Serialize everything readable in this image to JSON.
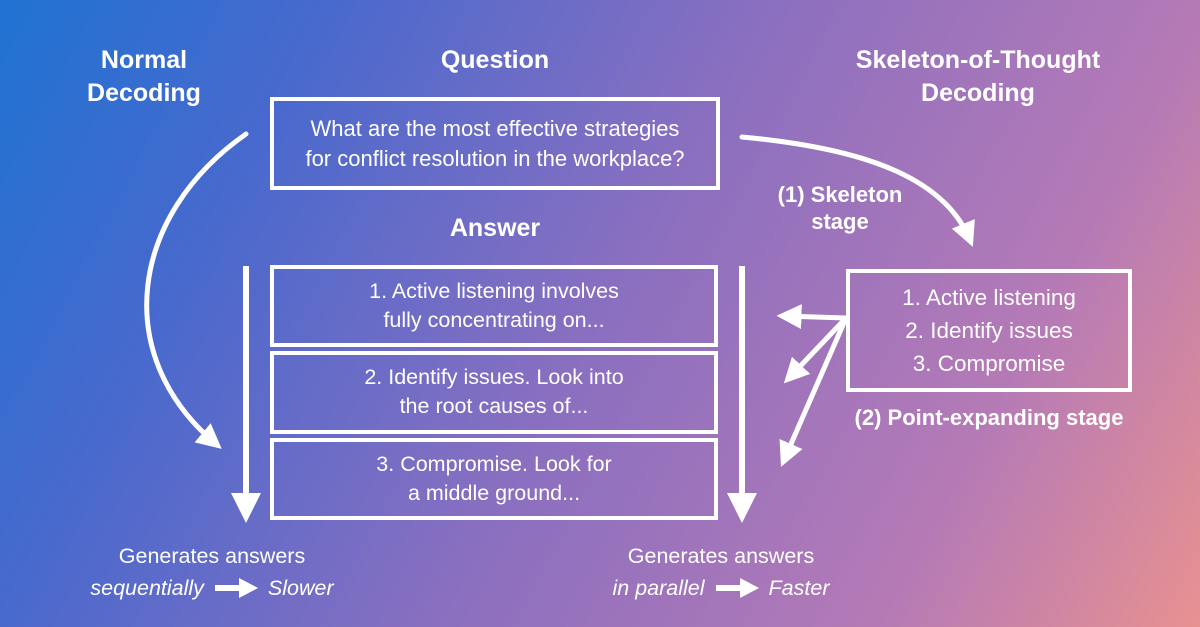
{
  "colors": {
    "text": "#ffffff",
    "gradient_start_blue": "#1f73d2",
    "gradient_mid_purple": "#8a6fc0",
    "gradient_end_salmon": "#e89190"
  },
  "headers": {
    "normal": {
      "line1": "Normal",
      "line2": "Decoding"
    },
    "question": "Question",
    "sot": {
      "line1": "Skeleton-of-Thought",
      "line2": "Decoding"
    },
    "answer": "Answer"
  },
  "question_box": {
    "line1": "What are the most effective strategies",
    "line2": "for conflict resolution in the workplace?"
  },
  "answer_boxes": [
    {
      "line1": "1. Active listening involves",
      "line2": "fully concentrating on..."
    },
    {
      "line1": "2. Identify issues. Look into",
      "line2": "the root causes of..."
    },
    {
      "line1": "3. Compromise. Look for",
      "line2": "a middle ground..."
    }
  ],
  "skeleton_box": {
    "line1": "1. Active listening",
    "line2": "2. Identify issues",
    "line3": "3. Compromise"
  },
  "stage_labels": {
    "skeleton": {
      "line1": "(1) Skeleton",
      "line2": "stage"
    },
    "point_expanding": "(2) Point-expanding stage"
  },
  "captions": {
    "left": {
      "line1": "Generates answers",
      "mode": "sequentially",
      "result": "Slower"
    },
    "right": {
      "line1": "Generates answers",
      "mode": "in parallel",
      "result": "Faster"
    }
  }
}
